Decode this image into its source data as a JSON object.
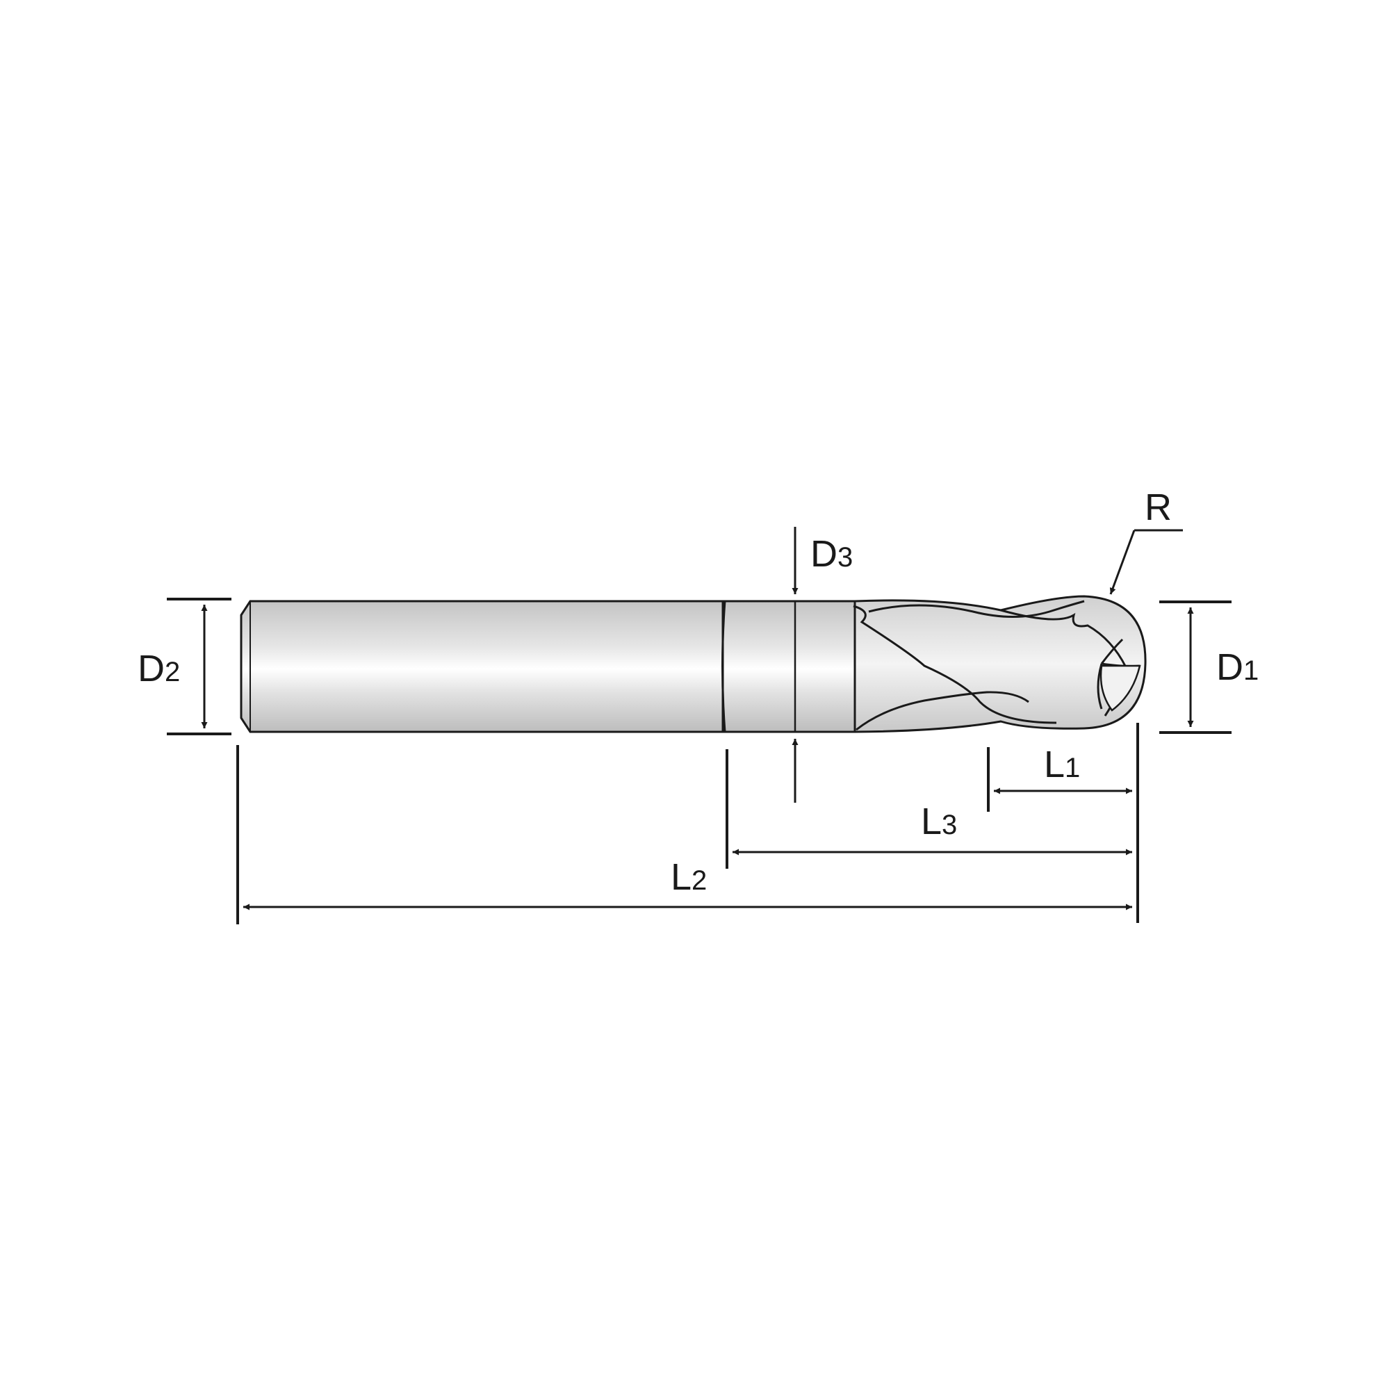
{
  "dimensions": {
    "d2": {
      "main": "D",
      "sub": "2"
    },
    "d3": {
      "main": "D",
      "sub": "3"
    },
    "d1": {
      "main": "D",
      "sub": "1"
    },
    "r": {
      "main": "R"
    },
    "l1": {
      "main": "L",
      "sub": "1"
    },
    "l3": {
      "main": "L",
      "sub": "3"
    },
    "l2": {
      "main": "L",
      "sub": "2"
    }
  }
}
